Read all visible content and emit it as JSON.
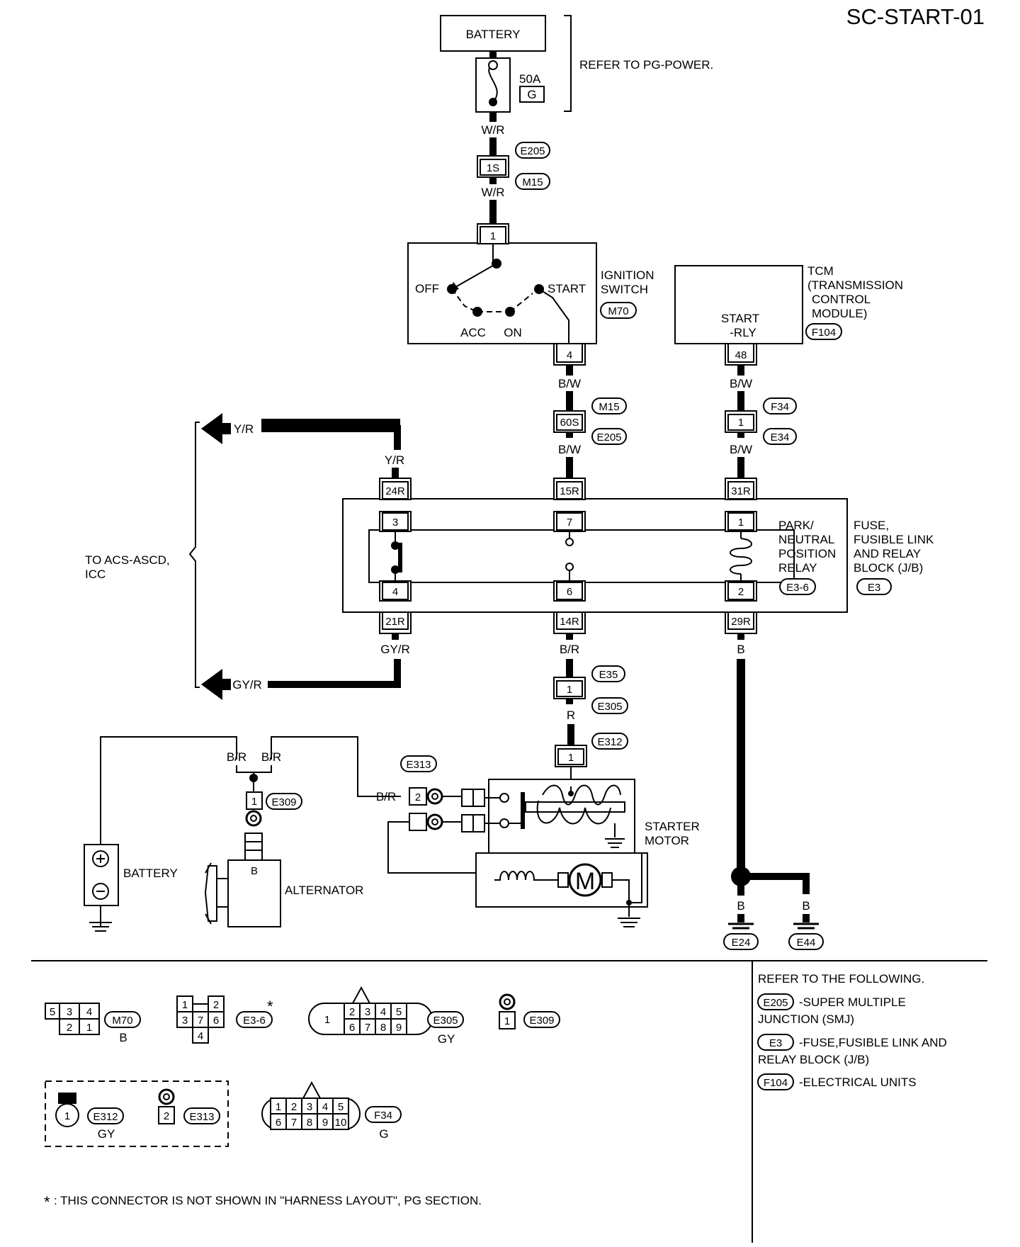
{
  "title": "SC-START-01",
  "battery_top": "BATTERY",
  "fuse": {
    "rating": "50A",
    "code": "G"
  },
  "refer_pg_power": "REFER TO PG-POWER.",
  "wires": {
    "wr1": "W/R",
    "wr2": "W/R",
    "bw1": "B/W",
    "bw2": "B/W",
    "bw3": "B/W",
    "bw4": "B/W",
    "yr_left": "Y/R",
    "yr_down": "Y/R",
    "gyr_left": "GY/R",
    "gyr_up": "GY/R",
    "br_main": "B/R",
    "r": "R",
    "br_left": "B/R",
    "br_right": "B/R",
    "br_e313": "B/R",
    "b_main": "B",
    "b_e24": "B",
    "b_e44": "B",
    "b_alt": "B"
  },
  "connectors": {
    "e205": "E205",
    "m15": "M15",
    "e205b": "E205",
    "m15b": "M15",
    "f34": "F34",
    "e34": "E34",
    "e35": "E35",
    "e305": "E305",
    "e312": "E312",
    "e313": "E313",
    "e309": "E309",
    "e24": "E24",
    "e44": "E44",
    "m70": "M70",
    "f104": "F104",
    "e3_6": "E3-6",
    "e3": "E3"
  },
  "pins": {
    "p1s": "1S",
    "p1_ign": "1",
    "p4_ign": "4",
    "p48": "48",
    "p60s": "60S",
    "p1_f34": "1",
    "p24r": "24R",
    "p15r": "15R",
    "p31r": "31R",
    "p3": "3",
    "p7": "7",
    "p1_relay": "1",
    "p4_relay": "4",
    "p6": "6",
    "p2_relay": "2",
    "p21r": "21R",
    "p14r": "14R",
    "p29r": "29R",
    "p1_e35": "1",
    "p1_e312": "1",
    "p2_e313": "2",
    "p1_e309": "1"
  },
  "ignition": {
    "label": [
      "IGNITION",
      "SWITCH"
    ],
    "off": "OFF",
    "acc": "ACC",
    "on": "ON",
    "start": "START"
  },
  "tcm": {
    "label": [
      "TCM",
      "(TRANSMISSION",
      "CONTROL",
      "MODULE)"
    ],
    "start_rly": [
      "START",
      "-RLY"
    ]
  },
  "relay_label": [
    "PARK/",
    "NEUTRAL",
    "POSITION",
    "RELAY"
  ],
  "jb_label": [
    "FUSE,",
    "FUSIBLE LINK",
    "AND RELAY",
    "BLOCK (J/B)"
  ],
  "to_acs": [
    "TO ACS-ASCD,",
    "ICC"
  ],
  "starter_label": [
    "STARTER",
    "MOTOR"
  ],
  "battery_bottom": "BATTERY",
  "alternator": "ALTERNATOR",
  "motor_symbol": "M",
  "plus": "+",
  "minus": "-",
  "legend": {
    "m70": {
      "pins": [
        "5",
        "3",
        "4",
        "2",
        "1"
      ],
      "code": "M70",
      "color": "B"
    },
    "e36": {
      "pins": [
        "1",
        "2",
        "3",
        "7",
        "6",
        "4"
      ],
      "code": "E3-6",
      "star": "*"
    },
    "e305": {
      "pins": [
        "1",
        "2",
        "3",
        "4",
        "5",
        "6",
        "7",
        "8",
        "9"
      ],
      "code": "E305",
      "color": "GY"
    },
    "e309": {
      "pin": "1",
      "code": "E309"
    },
    "e312": {
      "pin": "1",
      "code": "E312",
      "color": "GY"
    },
    "e313": {
      "pin": "2",
      "code": "E313"
    },
    "f34": {
      "pins": [
        "1",
        "2",
        "3",
        "4",
        "5",
        "6",
        "7",
        "8",
        "9",
        "10"
      ],
      "code": "F34",
      "color": "G"
    }
  },
  "refer_following": {
    "heading": "REFER TO THE FOLLOWING.",
    "items": [
      {
        "code": "E205",
        "text": [
          "-SUPER MULTIPLE",
          "JUNCTION (SMJ)"
        ]
      },
      {
        "code": "E3",
        "text": [
          "-FUSE,FUSIBLE LINK AND",
          "RELAY BLOCK (J/B)"
        ]
      },
      {
        "code": "F104",
        "text": [
          "-ELECTRICAL UNITS"
        ]
      }
    ]
  },
  "footnote": {
    "star": "*",
    "text": ": THIS CONNECTOR IS NOT SHOWN IN \"HARNESS LAYOUT\", PG SECTION."
  }
}
